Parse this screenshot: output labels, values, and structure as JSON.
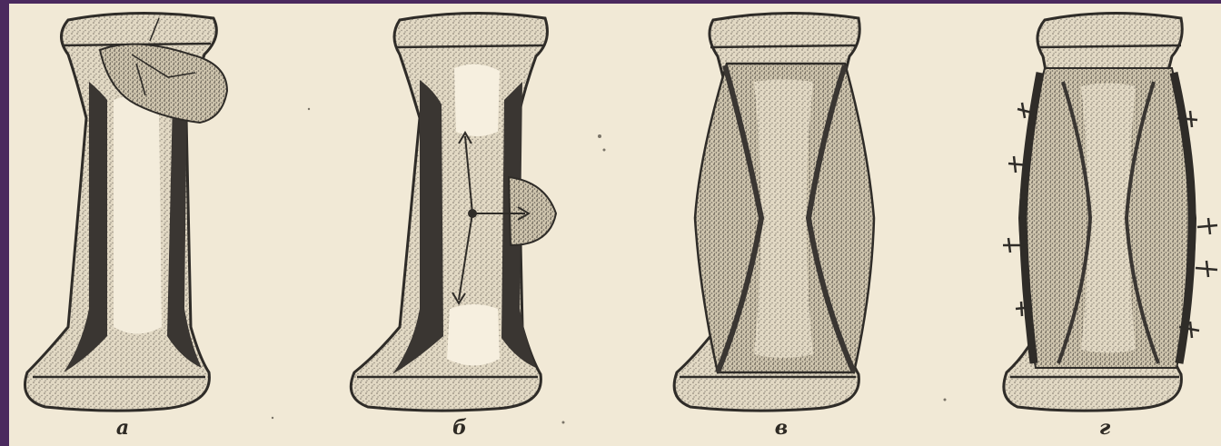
{
  "figure": {
    "panels": [
      {
        "id": "a",
        "label": "а"
      },
      {
        "id": "b",
        "label": "б"
      },
      {
        "id": "c",
        "label": "в"
      },
      {
        "id": "d",
        "label": "г"
      }
    ]
  },
  "colors": {
    "frame": "#4b2a5e",
    "paper": "#f1e9d6",
    "bone_fill": "#e4dcc8",
    "ink": "#2f2c28",
    "cortex_dark": "#3a3632",
    "stipple": "#8a8276"
  }
}
